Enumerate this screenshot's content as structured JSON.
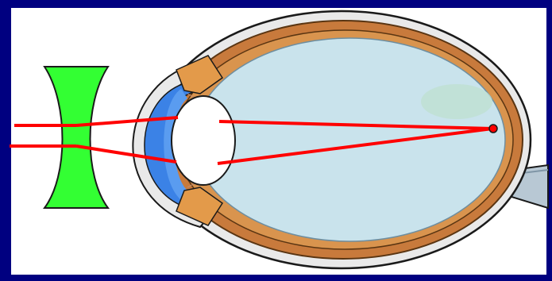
{
  "diagram": {
    "kind": "eye-diagram",
    "parts": [
      "concave-lens",
      "cornea",
      "iris",
      "crystalline-lens",
      "vitreous-body",
      "retina",
      "optic-nerve",
      "focal-point"
    ],
    "colors": {
      "background": "#000080",
      "panel": "#ffffff",
      "lens": "#33ff33",
      "ray": "#ff0000",
      "vitreous": "#c9e3ec",
      "cornea": "#3b82e6",
      "choroid": "#c87a3c",
      "sclera": "#e9e9e9",
      "outline": "#1a1a1a",
      "nerve": "#b8c8d4",
      "muscle": "#e39a4a"
    }
  }
}
